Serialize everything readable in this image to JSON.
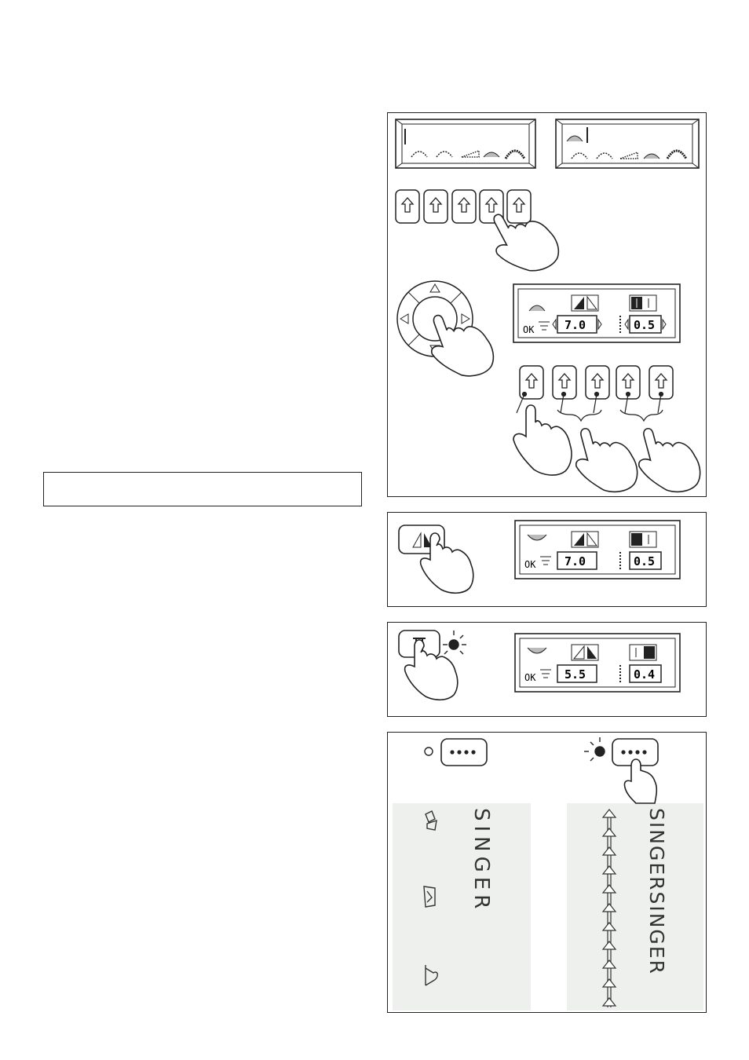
{
  "panel1": {
    "lcd1_value_left": "7.0",
    "lcd1_value_right": "0.5",
    "ok_label": "OK"
  },
  "panel2": {
    "lcd_value_left": "7.0",
    "lcd_value_right": "0.5",
    "ok_label": "OK"
  },
  "panel3": {
    "lcd_value_left": "5.5",
    "lcd_value_right": "0.4",
    "ok_label": "OK"
  },
  "panel4": {
    "left_word": "SINGER",
    "right_word": "SINGERSINGER"
  },
  "icons": {
    "arrow_button": "up-arrow-icon",
    "mirror_button": "mirror-icon",
    "needle_button": "twin-needle-icon",
    "dots_button": "dots-icon"
  }
}
